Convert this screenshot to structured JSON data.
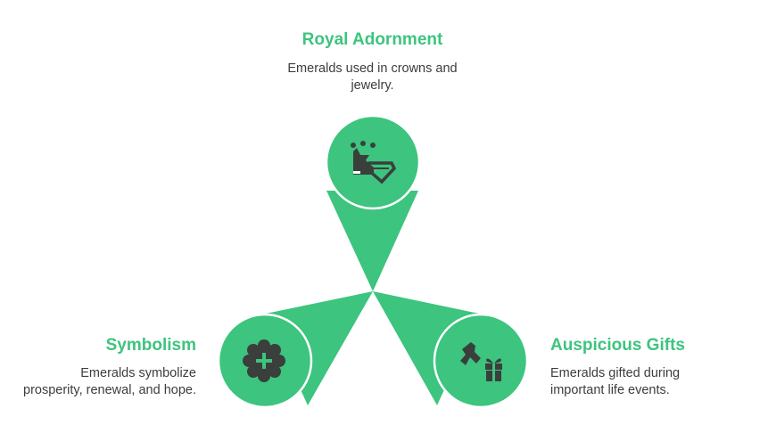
{
  "colors": {
    "accent": "#3dc47e",
    "icon": "#3a3f3c",
    "text": "#3d3d3d"
  },
  "nodes": [
    {
      "id": "royal-adornment",
      "title": "Royal Adornment",
      "description_lines": [
        "Emeralds used in crowns and",
        "jewelry."
      ],
      "icon": "crown-gem-icon"
    },
    {
      "id": "symbolism",
      "title": "Symbolism",
      "description_lines": [
        "Emeralds symbolize",
        "prosperity, renewal, and hope."
      ],
      "icon": "plus-badge-icon"
    },
    {
      "id": "auspicious-gifts",
      "title": "Auspicious Gifts",
      "description_lines": [
        "Emeralds gifted during",
        "important life events."
      ],
      "icon": "gift-icon"
    }
  ]
}
